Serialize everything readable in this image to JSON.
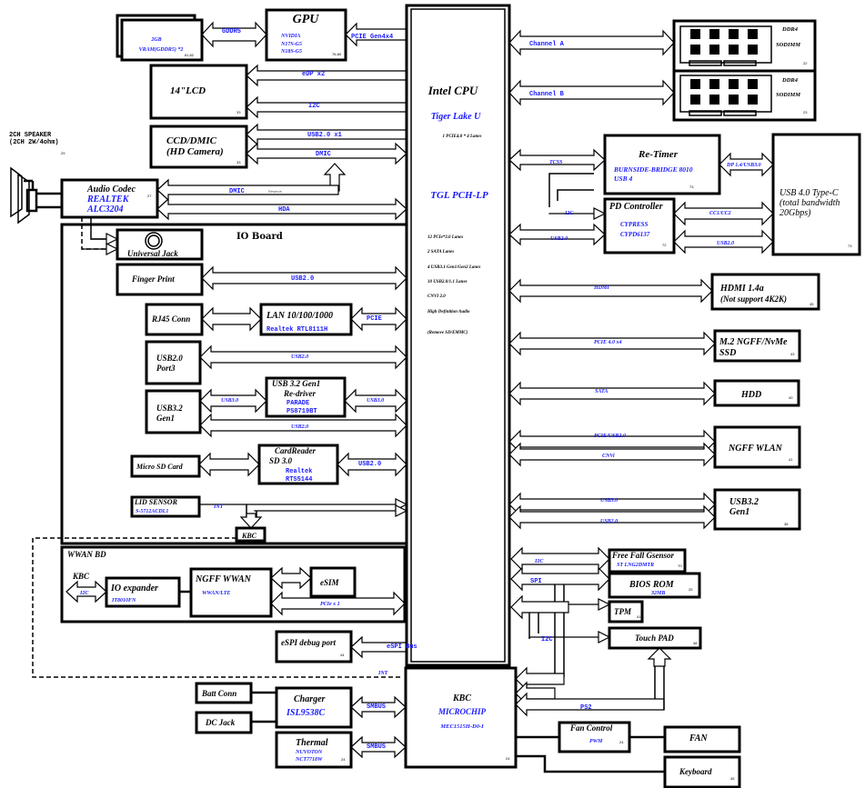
{
  "diagram": {
    "gpu": {
      "title": "GPU",
      "lines": [
        "NVIDIA",
        "N17S-G5",
        "N18S-G5"
      ],
      "page": "76-80"
    },
    "vram": {
      "lines": [
        "2GB",
        "VRAM(GDDR5) *2"
      ],
      "page": "81,82"
    },
    "lcd": {
      "title": "14\"LCD",
      "page": "33"
    },
    "ccd": {
      "lines": [
        "CCD/DMIC",
        "(HD Camera)"
      ],
      "page": "33"
    },
    "speaker": {
      "lines": [
        "2CH SPEAKER",
        "(2CH 2W/4ohm)"
      ],
      "page": "29"
    },
    "audio": {
      "title": "Audio Codec",
      "lines": [
        "REALTEK",
        "ALC3204"
      ],
      "page": "27"
    },
    "cpu": {
      "title": "Intel CPU",
      "subtitle": "Tiger  Lake U",
      "pcie_note": "1 PCIE4.0 * 4 Lanes",
      "pch": "TGL PCH-LP",
      "features": [
        "12 PCIe*3.0 Lanes",
        "2 SATA Lanes",
        "4 USB3.1 Gen1/Gen2 Lanes",
        "10 USB2.0/1.1 Lanes",
        "CNVI 2.0",
        "High Definition Audio",
        "(Remove SD/EMMC)"
      ]
    },
    "ddr": [
      {
        "lines": [
          "DDR4",
          "SODIMM"
        ],
        "page": "22",
        "bus": "Channel A"
      },
      {
        "lines": [
          "DDR4",
          "SODIMM"
        ],
        "page": "23",
        "bus": "Channel B"
      }
    ],
    "retimer": {
      "title": "Re-Timer",
      "lines": [
        "BURNSIDE-BRIDGE 8010",
        "USB 4"
      ],
      "page": "73"
    },
    "pd": {
      "title": "PD Controller",
      "lines": [
        "CYPRESS",
        "CYPD6137"
      ],
      "page": "72"
    },
    "typec": {
      "lines": [
        "USB 4.0 Type-C",
        "(total bandwidth",
        "20Gbps)"
      ],
      "page": "73"
    },
    "hdmi": {
      "lines": [
        "HDMI  1.4a",
        "(Not support 4K2K)"
      ],
      "page": "45"
    },
    "ssd": {
      "lines": [
        "M.2 NGFF/NvMe",
        "SSD"
      ],
      "page": "43"
    },
    "hdd": {
      "title": "HDD",
      "page": "40"
    },
    "wlan": {
      "title": "NGFF WLAN",
      "page": "41"
    },
    "usb32_right": {
      "lines": [
        "USB3.2",
        "Gen1"
      ],
      "page": "38"
    },
    "io_board": {
      "title": "IO Board",
      "universal_jack": "Universal Jack",
      "finger_print": "Finger Print",
      "rj45": "RJ45 Conn",
      "lan": {
        "title": "LAN 10/100/1000",
        "sub": "Realtek RTL8111H"
      },
      "usb20_port3": [
        "USB2.0",
        "Port3"
      ],
      "usb32_gen1": [
        "USB3.2",
        "Gen1"
      ],
      "redriver": {
        "lines": [
          "USB 3.2 Gen1",
          "Re-driver"
        ],
        "sub": [
          "PARADE",
          "PS8719BT"
        ]
      },
      "microsd": "Micro SD Card",
      "cardreader": {
        "lines": [
          "CardReader",
          "SD 3.0"
        ],
        "sub": [
          "Realtek",
          "RTS5144"
        ]
      },
      "lid": {
        "title": "LID SENSOR",
        "sub": "S-5712ACDL1"
      },
      "kbc": "KBC"
    },
    "wwan_bd": {
      "title": "WWAN BD",
      "kbc": "KBC",
      "io_exp": {
        "title": "IO expander",
        "sub": "IT8010FN"
      },
      "ngff_wwan": {
        "title": "NGFF WWAN",
        "sub": "WWAN/LTE"
      },
      "esim": "eSIM"
    },
    "espi_debug": {
      "title": "eSPI debug port",
      "page": "44"
    },
    "gsensor": {
      "title": "Free Fall Gsensor",
      "sub": "ST  LNG2DMTR",
      "page": "T0"
    },
    "bios": {
      "title": "BIOS ROM",
      "sub": "32MB",
      "page": "25"
    },
    "tpm": {
      "title": "TPM",
      "page": "41"
    },
    "touchpad": {
      "title": "Touch PAD",
      "page": "48"
    },
    "kbc_main": {
      "title": "KBC",
      "lines": [
        "MICROCHIP",
        "MEC1515H-D0-I"
      ],
      "page": "24"
    },
    "batt": "Batt Conn",
    "dcjack": "DC Jack",
    "charger": {
      "title": "Charger",
      "sub": "ISL9538C"
    },
    "thermal": {
      "title": "Thermal",
      "sub": [
        "NUVOTON",
        "NCT7718W"
      ],
      "page": "24"
    },
    "fan_ctrl": {
      "title": "Fan Control",
      "sub": "PWM",
      "page": "24"
    },
    "fan": "FAN",
    "keyboard": {
      "title": "Keyboard",
      "page": "45"
    },
    "buses": {
      "gddr5": "GDDR5",
      "pcie_gen4x4": "PCIE Gen4x4",
      "edp": "eDP x2",
      "i2c_lcd": "I2C",
      "usb20_x1": "USB2.0 x1",
      "dmic": "DMIC",
      "dmic_audio": "DMIC",
      "reserve": "Reserve",
      "hda": "HDA",
      "tcss": "TCSS",
      "i2c_pd": "I2C",
      "usb20_pd": "USB2.0",
      "dp_usb": "DP 1.4/USB3.0",
      "cc": "CC1/CC2",
      "usb20_typec": "USB2.0",
      "hdmi": "HDMI",
      "pcie4x4": "PCIE 4.0 x4",
      "sata": "SATA",
      "pcie_usb": "PCIE/USB2.0",
      "cnvi": "CNVi",
      "usb30": "USB3.0",
      "usb20_r": "USB2.0",
      "fp_usb": "USB2.0",
      "lan_pcie": "PCIE",
      "usb20_port3": "USB2.0",
      "usb30_l": "USB3.0",
      "usb30_r": "USB3.0",
      "usb20_gen1": "USB2.0",
      "cr_usb": "USB2.0",
      "int_lid": "INT",
      "i2c_wwan": "I2C",
      "pcie_x1": "PCIe x 1",
      "espi": "eSPI Bus",
      "i2c_gs": "I2C",
      "spi": "SPI",
      "i2c_tp": "I2C",
      "int_kbc": "INT",
      "smbus1": "SMBUS",
      "smbus2": "SMBUS",
      "ps2": "PS2"
    }
  }
}
